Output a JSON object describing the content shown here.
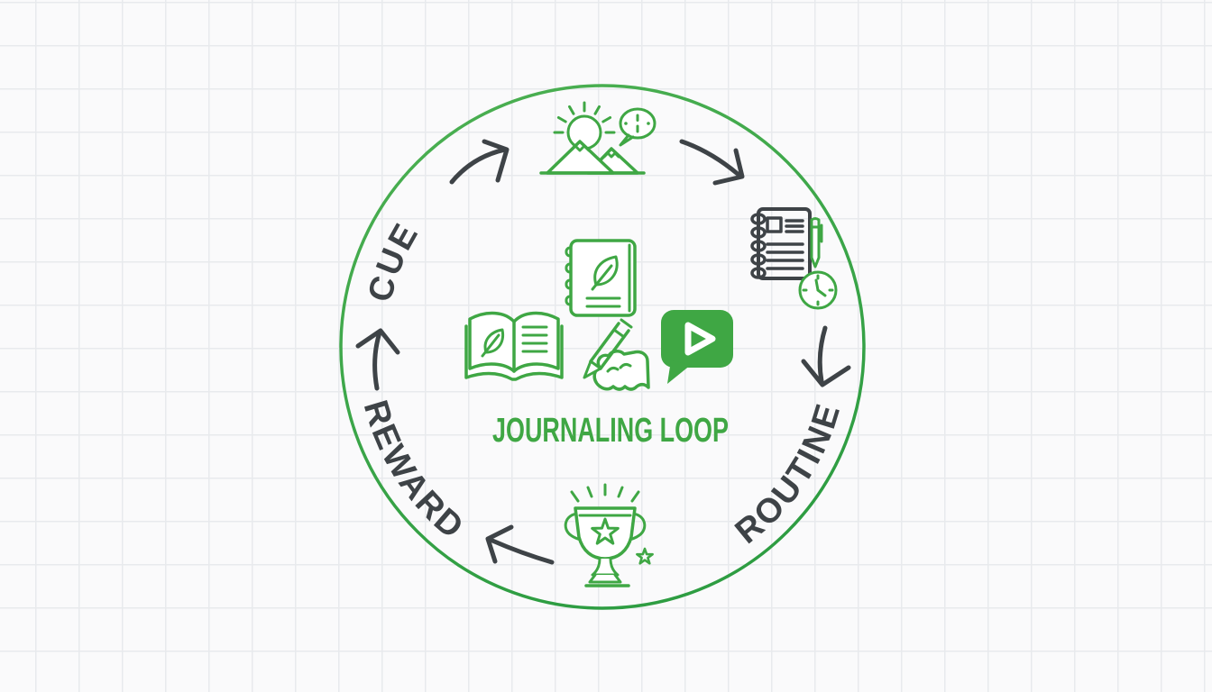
{
  "diagram": {
    "title": "JOURNALING LOOP",
    "labels": {
      "cue": "CUE",
      "routine": "ROUTINE",
      "reward": "REWARD"
    },
    "stages": [
      {
        "id": "cue",
        "label": "CUE",
        "icon": "sunrise-mountains-idea-icon"
      },
      {
        "id": "routine",
        "label": "ROUTINE",
        "icon": "notebook-pen-clock-icon"
      },
      {
        "id": "reward",
        "label": "REWARD",
        "icon": "trophy-stars-icon"
      }
    ],
    "center_icons": [
      "open-book-leaf-icon",
      "journal-leaf-icon",
      "writing-hand-pencil-icon",
      "play-message-bubble-icon"
    ],
    "colors": {
      "accent_green": "#3FA744",
      "accent_green_light": "#4DB152",
      "accent_green_dark": "#2E9D42",
      "charcoal": "#3E4347",
      "background": "#FAFAFB",
      "grid_line": "#E8EAED"
    }
  }
}
